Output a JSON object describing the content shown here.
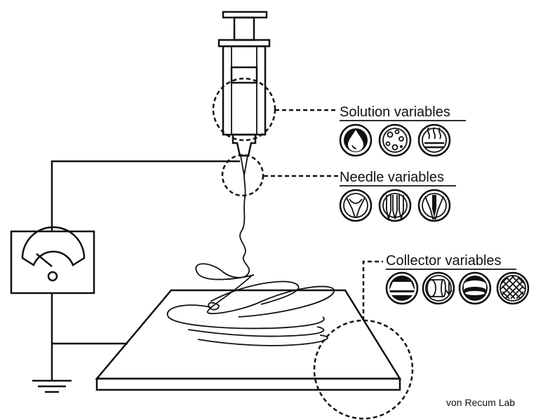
{
  "labels": {
    "solution": "Solution variables",
    "needle": "Needle variables",
    "collector": "Collector variables"
  },
  "credit": "von Recum Lab",
  "icons": {
    "solution": [
      "drop-icon",
      "particles-icon",
      "heat-icon"
    ],
    "needle": [
      "single-needle-icon",
      "multi-needle-icon",
      "coaxial-needle-icon"
    ],
    "collector": [
      "flat-plate-icon",
      "rotating-drum-icon",
      "disk-collector-icon",
      "mesh-collector-icon"
    ]
  },
  "colors": {
    "ink": "#111111",
    "background": "#ffffff"
  }
}
